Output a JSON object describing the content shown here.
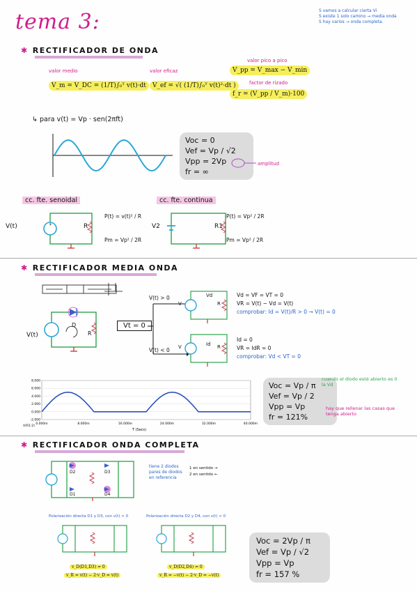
{
  "title": "tema 3:",
  "note": [
    "S vamos a calcular cierta Vi",
    "S existe 1 solo camino → media onda",
    "S hay varios → onda completa."
  ],
  "sec1": {
    "heading": "RECTIFICADOR DE ONDA",
    "lbl_medio": "valor medio",
    "lbl_eficaz": "valor eficaz",
    "lbl_pico": "valor pico a pico",
    "lbl_rizado": "factor de rizado",
    "f_vm": "V_m = V_DC = (1/T)∫₀ᵀ v(t)·dt",
    "f_vef": "V_ef = √( (1/T)∫₀ᵀ v(t)²·dt )",
    "f_vpp": "V_pp = V_max − V_min",
    "f_fr": "f_r = (V_pp / V_m)·100",
    "para": "para  v(t) = Vp · sen(2πft)",
    "box": [
      "Voc = 0",
      "Vef = Vp / √2",
      "Vpp = 2Vp",
      "fr = ∞"
    ],
    "amplitud": "amplitud",
    "sub_senoidal": "cc. fte. senoidal",
    "sub_continua": "cc. fte. continua",
    "pt_senoidal": "P(t) = v(t)² / R",
    "pm_senoidal": "Pm = Vp² / 2R",
    "pt_continua": "P(t) = Vp² / 2R",
    "pm_continua": "Pm = Vp² / 2R",
    "src1": "V(t)",
    "src2": "V2",
    "res1": "R",
    "res2": "R1"
  },
  "sec2": {
    "heading": "RECTIFICADOR MEDIA ONDA",
    "vt0": "Vt = 0",
    "cond_pos": "V(t) > 0",
    "cond_neg": "V(t) < 0",
    "eq_pos": [
      "Vd = VF = VT = 0",
      "VR = V(t) − Vd = V(t)",
      "comprobar:  Id = V(t)/R > 0  → V(t) = 0"
    ],
    "eq_neg": [
      "Id = 0",
      "VR = IdR = 0",
      "comprobar:  Vd < VT = 0"
    ],
    "circ_labels": [
      "V(t)",
      "D",
      "R",
      "V",
      "Vd",
      "R",
      "V",
      "Id",
      "R"
    ],
    "graph_y": [
      "8.000",
      "6.000",
      "4.000",
      "2.000",
      "0.000",
      "-2.000"
    ],
    "graph_x": [
      "0.000m",
      "8.000m",
      "16.000m",
      "24.000m",
      "32.000m",
      "40.000m"
    ],
    "graph_xlabel": "T (Secs)",
    "graph_ylabel": "V(R1:2)",
    "box": [
      "Voc = Vp / π",
      "Vef = Vp / 2",
      "Vpp = Vp",
      "fr = 121%"
    ],
    "ann1": "cuando el diodo esté abierto es 0 la Vd",
    "ann2": "hay que rellenar las casas que tenga abierto"
  },
  "sec3": {
    "heading": "RECTIFICADOR ONDA COMPLETA",
    "diodes": [
      "D2",
      "D3",
      "D1",
      "D4"
    ],
    "note": [
      "tiene 2 diodos",
      "pares de diodos",
      "en referencia"
    ],
    "note_right": [
      "1 en sentido →",
      "2 en sentido ←"
    ],
    "pol1": "Polarización directa D1 y D3, con v(t) > 0",
    "pol2": "Polarización directa D2 y D4, con v(t) < 0",
    "eq1a": "v_D(D1,D3) = 0",
    "eq1b": "v_R = v(t) − 2·v_D = v(t)",
    "eq2a": "v_D(D2,D4) = 0",
    "eq2b": "v_R = −v(t) − 2·v_D = −v(t)",
    "box": [
      "Voc = 2Vp / π",
      "Vef = Vp / √2",
      "Vpp = Vp",
      "fr = 157 %"
    ]
  },
  "colors": {
    "pink": "#d01c8b",
    "blue": "#2c64c8",
    "green": "#2ea44f",
    "yellow": "#f6ef5c",
    "lilac": "#d7a9d6"
  }
}
